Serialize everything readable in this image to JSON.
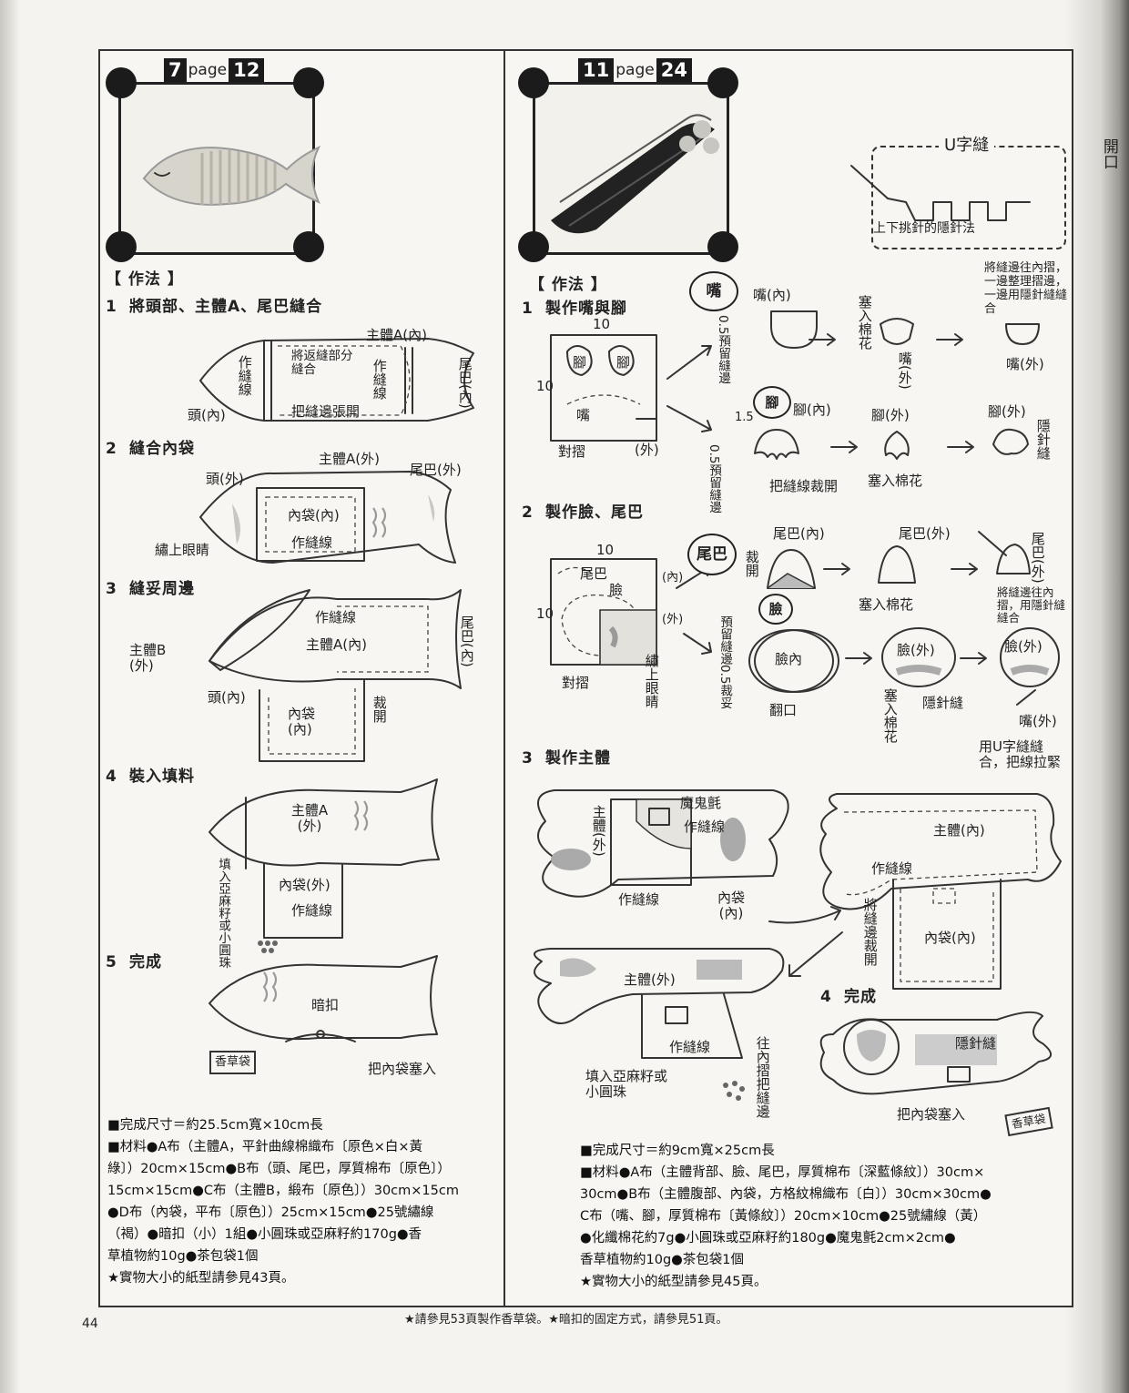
{
  "page_number": "44",
  "left": {
    "tag": {
      "num": "7",
      "word": "page",
      "page": "12"
    },
    "method_title": "【 作法 】",
    "steps": [
      {
        "n": "1",
        "title": "將頭部、主體A、尾巴縫合"
      },
      {
        "n": "2",
        "title": "縫合內袋"
      },
      {
        "n": "3",
        "title": "縫妥周邊"
      },
      {
        "n": "4",
        "title": "裝入填料"
      },
      {
        "n": "5",
        "title": "完成"
      }
    ],
    "notes": {
      "s1_body": "主體A(內)",
      "s1_sew_line": "作縫線",
      "s1_return": "將返縫部分縫合",
      "s1_sew_line2": "作縫線",
      "s1_tail": "尾巴(內)",
      "s1_open": "把縫邊張開",
      "s1_head": "頭(內)",
      "s2_head": "頭(外)",
      "s2_body": "主體A(外)",
      "s2_tail": "尾巴(外)",
      "s2_pocket": "內袋(內)",
      "s2_line": "作縫線",
      "s2_eye": "繡上眼睛",
      "s3_line": "作縫線",
      "s3_bodyB": "主體B (外)",
      "s3_bodyA": "主體A(內)",
      "s3_tail": "尾巴(內)",
      "s3_head": "頭(內)",
      "s3_pocket": "內袋 (內)",
      "s3_cut": "裁開",
      "s4_body": "主體A (外)",
      "s4_fill": "填入亞麻籽或小圓珠",
      "s4_pocket": "內袋(外)",
      "s4_line": "作縫線",
      "s5_snap": "暗扣",
      "s5_herb": "香草袋",
      "s5_put": "把內袋塞入"
    },
    "spec_lines": [
      "■完成尺寸＝約25.5cm寬×10cm長",
      "■材料●A布（主體A，平針曲線棉織布〔原色×白×黃",
      "綠〕）20cm×15cm●B布（頭、尾巴，厚質棉布〔原色〕）",
      "15cm×15cm●C布（主體B，緞布〔原色〕）30cm×15cm",
      "●D布（內袋，平布〔原色〕）25cm×15cm●25號繡線",
      "（褐）●暗扣（小）1組●小圓珠或亞麻籽約170g●香",
      "草植物約10g●茶包袋1個",
      "★實物大小的紙型請參見43頁。"
    ]
  },
  "right": {
    "tag": {
      "num": "11",
      "word": "page",
      "page": "24"
    },
    "method_title": "【 作法 】",
    "steps": [
      {
        "n": "1",
        "title": "製作嘴與腳"
      },
      {
        "n": "2",
        "title": "製作臉、尾巴"
      },
      {
        "n": "3",
        "title": "製作主體"
      },
      {
        "n": "4",
        "title": "完成"
      }
    ],
    "u_stitch": {
      "title": "U字縫",
      "caption": "上下挑針的隱針法"
    },
    "bubbles": {
      "mouth": "嘴",
      "foot": "腳",
      "tail": "尾巴",
      "face": "臉"
    },
    "notes": {
      "s1_10a": "10",
      "s1_10b": "10",
      "s1_foot1": "腳",
      "s1_foot2": "腳",
      "s1_mouth": "嘴",
      "s1_fold": "對摺",
      "s1_out": "(外)",
      "s1_mouth_in": "嘴(內)",
      "s1_seam": "0.5預留縫邊",
      "s1_stuff": "塞入棉花",
      "s1_mouth_out": "嘴(外)",
      "s1_final": "將縫邊往內摺，一邊整理摺邊，一邊用隱針縫縫合",
      "s1_mouth_out2": "嘴(外)",
      "s1_15": "1.5",
      "s1_foot_in": "腳(內)",
      "s1_seam2": "0.5預留縫邊",
      "s1_cut": "把縫線裁開",
      "s1_foot_out": "腳(外)",
      "s1_stuff2": "塞入棉花",
      "s1_foot_out2": "腳(外)",
      "s1_hidden": "隱針縫",
      "s2_10a": "10",
      "s2_10b": "10",
      "s2_tail": "尾巴",
      "s2_face": "臉",
      "s2_in": "(內)",
      "s2_out": "(外)",
      "s2_fold": "對摺",
      "s2_eye": "繡上眼睛",
      "s2_cut": "裁開",
      "s2_tail_in": "尾巴(內)",
      "s2_tail_out": "尾巴(外)",
      "s2_stuff": "塞入棉花",
      "s2_tail_out2": "尾巴(外)",
      "s2_tail_final": "將縫邊往內摺，用隱針縫縫合",
      "s2_seam": "預留縫邊0.5裁妥",
      "s2_face_in": "臉內",
      "s2_turn": "翻口",
      "s2_face_out": "臉(外)",
      "s2_stuff2": "塞入棉花",
      "s2_hidden": "隱針縫",
      "s2_face_out2": "臉(外)",
      "s2_mouth": "嘴(外)",
      "s2_final": "用U字縫縫合，把線拉緊",
      "s3_body_out": "主體(外)",
      "s3_velcro": "魔鬼氈",
      "s3_line": "作縫線",
      "s3_line2": "作縫線",
      "s3_pocket": "內袋(內)",
      "s3_body_in": "主體(內)",
      "s3_line3": "作縫線",
      "s3_cut": "將縫邊裁開",
      "s3_pocket2": "內袋(內)",
      "s3_body_out2": "主體(外)",
      "s3_line4": "作縫線",
      "s3_fold": "往內摺把縫邊",
      "s3_fill": "填入亞麻籽或小圓珠",
      "s4_hidden": "隱針縫",
      "s4_put": "把內袋塞入",
      "s4_herb": "香草袋"
    },
    "spec_lines": [
      "■完成尺寸＝約9cm寬×25cm長",
      "■材料●A布（主體背部、臉、尾巴，厚質棉布〔深藍條紋〕）30cm×",
      "30cm●B布（主體腹部、內袋，方格紋棉織布〔白〕）30cm×30cm●",
      "C布（嘴、腳，厚質棉布〔黃條紋〕）20cm×10cm●25號繡線（黃）",
      "●化纖棉花約7g●小圓珠或亞麻籽約180g●魔鬼氈2cm×2cm●",
      "香草植物約10g●茶包袋1個",
      "★實物大小的紙型請參見45頁。"
    ]
  },
  "footer": "★請參見53頁製作香草袋。★暗扣的固定方式，請參見51頁。",
  "side_label": "開口"
}
